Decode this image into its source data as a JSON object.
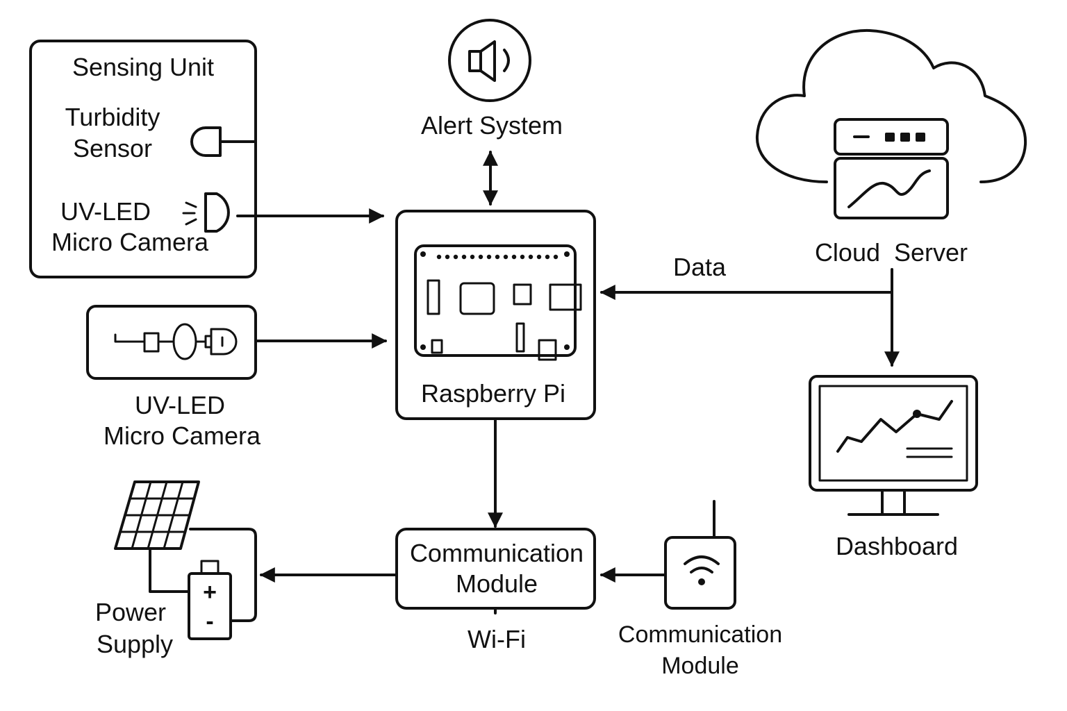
{
  "colors": {
    "stroke": "#111111",
    "background": "#ffffff"
  },
  "sensing_unit": {
    "title": "Sensing Unit",
    "turbidity_line1": "Turbidity",
    "turbidity_line2": "Sensor",
    "uvled_line1": "UV-LED",
    "uvled_line2": "Micro Camera"
  },
  "camera_module": {
    "line1": "UV-LED",
    "line2": "Micro Camera"
  },
  "alert_system": {
    "label": "Alert System",
    "icon": "speaker-icon"
  },
  "raspberry_pi": {
    "label": "Raspberry Pi",
    "icon": "circuit-board-icon"
  },
  "cloud_server": {
    "label": "Cloud  Server",
    "icon": "cloud-server-icon"
  },
  "data_link": {
    "label": "Data"
  },
  "dashboard": {
    "label": "Dashboard",
    "icon": "monitor-chart-icon"
  },
  "comm_module_center": {
    "line1": "Communication",
    "line2": "Module",
    "sub_label": "Wi-Fi"
  },
  "comm_module_right": {
    "line1": "Communication",
    "line2": "Module",
    "icon": "wifi-router-icon"
  },
  "power_supply": {
    "line1": "Power",
    "line2": "Supply",
    "icon": "solar-battery-icon",
    "battery_plus": "+",
    "battery_minus": "-"
  }
}
